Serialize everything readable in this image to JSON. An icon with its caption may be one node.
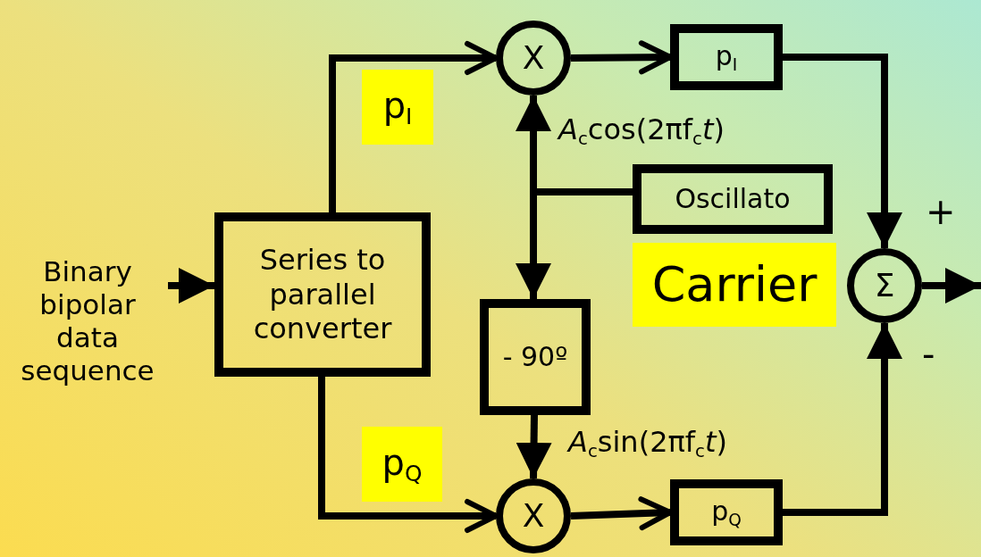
{
  "diagram": {
    "nodes": [
      {
        "text": [
          "Binary bipolar data sequence"
        ]
      },
      {
        "text": [
          "Series to parallel converter"
        ]
      },
      {
        "text": [
          "X"
        ]
      },
      {
        "text": [
          "p$_{I}$"
        ]
      },
      {
        "text": [
          "Oscillato"
        ]
      },
      {
        "text": [
          "- 90º"
        ]
      },
      {
        "text": [
          "X"
        ]
      },
      {
        "text": [
          "p$_{Q}$"
        ]
      },
      {
        "text": [
          "Σ"
        ]
      }
    ],
    "edges": [
      {
        "from": 0,
        "to": 1,
        "arrow": "to"
      },
      {
        "from": 1,
        "to": 2,
        "arrow": "to"
      },
      {
        "from": 2,
        "to": 3,
        "arrow": "to"
      },
      {
        "from": 3,
        "to": 8,
        "arrow": "to"
      },
      {
        "from": 4,
        "to": 2,
        "arrow": "to"
      },
      {
        "from": 4,
        "to": 5,
        "arrow": "to"
      },
      {
        "from": 5,
        "to": 6,
        "arrow": "to"
      },
      {
        "from": 1,
        "to": 6,
        "arrow": "to"
      },
      {
        "from": 6,
        "to": 7,
        "arrow": "to"
      },
      {
        "from": 7,
        "to": 8,
        "arrow": "to"
      },
      {
        "from": 8,
        "to": null,
        "arrow": "to"
      }
    ],
    "labels": [
      "p$_{I}$",
      "*A*$_{c}$cos(2πf$_{c}$*t*)",
      "+",
      "Carrier",
      "-",
      "*A*$_{c}$sin(2πf$_{c}$*t*)",
      "p$_{Q}$"
    ]
  }
}
